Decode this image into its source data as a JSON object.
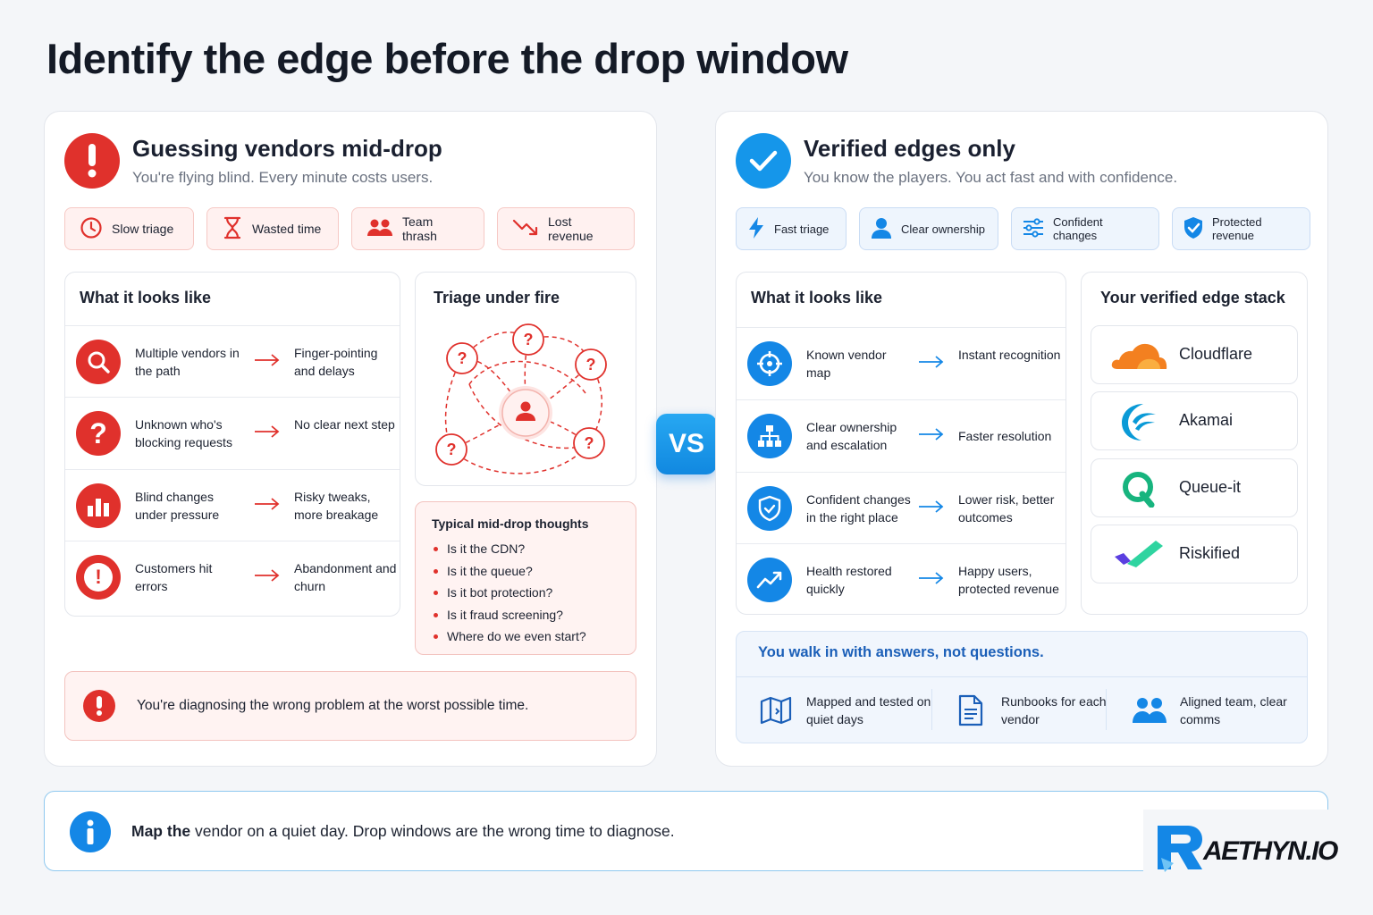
{
  "title": "Identify the edge before the drop window",
  "left": {
    "title": "Guessing vendors mid-drop",
    "subtitle": "You're flying blind. Every minute costs users.",
    "chips": [
      "Slow triage",
      "Wasted time",
      "Team thrash",
      "Lost revenue"
    ],
    "looks_like": {
      "title": "What it looks like",
      "rows": [
        {
          "cause": "Multiple vendors in the path",
          "effect": "Finger-pointing and delays"
        },
        {
          "cause": "Unknown who's blocking requests",
          "effect": "No clear next step"
        },
        {
          "cause": "Blind changes under pressure",
          "effect": "Risky tweaks, more breakage"
        },
        {
          "cause": "Customers hit errors",
          "effect": "Abandonment and churn"
        }
      ]
    },
    "triage": {
      "title": "Triage under fire",
      "question_mark": "?"
    },
    "thoughts": {
      "title": "Typical mid-drop thoughts",
      "items": [
        "Is it the CDN?",
        "Is it the queue?",
        "Is it bot protection?",
        "Is it fraud screening?",
        "Where do we even start?"
      ]
    },
    "warning": "You're diagnosing the wrong problem at the worst possible time."
  },
  "vs": "VS",
  "right": {
    "title": "Verified edges only",
    "subtitle": "You know the players. You act fast and with confidence.",
    "chips": [
      "Fast triage",
      "Clear ownership",
      "Confident changes",
      "Protected revenue"
    ],
    "looks_like": {
      "title": "What it looks like",
      "rows": [
        {
          "cause": "Known vendor map",
          "effect": "Instant recognition"
        },
        {
          "cause": "Clear ownership and escalation",
          "effect": "Faster resolution"
        },
        {
          "cause": "Confident changes in the right place",
          "effect": "Lower risk, better outcomes"
        },
        {
          "cause": "Health restored quickly",
          "effect": "Happy users, protected revenue"
        }
      ]
    },
    "stack": {
      "title": "Your verified edge stack",
      "vendors": [
        "Cloudflare",
        "Akamai",
        "Queue-it",
        "Riskified"
      ]
    },
    "answers": {
      "title": "You walk in with answers, not questions.",
      "items": [
        "Mapped and tested on quiet days",
        "Runbooks for each vendor",
        "Aligned team, clear comms"
      ]
    }
  },
  "footer": {
    "bold": "Map the",
    "text": " vendor on a quiet day. Drop windows are the wrong time to diagnose."
  },
  "logo": "AETHYN.IO",
  "colors": {
    "red": "#e0312c",
    "blue": "#1487e6",
    "vs": "#1a96ea"
  }
}
